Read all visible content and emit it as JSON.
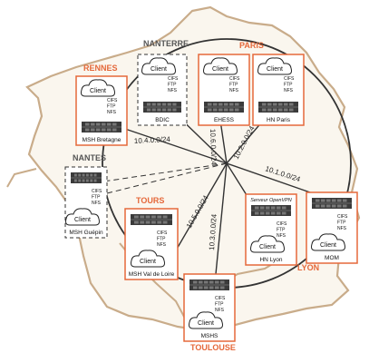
{
  "colors": {
    "map_fill": "#faf6ee",
    "map_outline": "#c9ac8a",
    "site_frame": "#e5683a",
    "site_label": "#e5683a",
    "dashed_frame": "#333333",
    "lines": "#333333",
    "server_fill": "#3b3b3b"
  },
  "cities": {
    "nanterre": "NANTERRE",
    "paris": "PARIS",
    "rennes": "RENNES",
    "nantes": "NANTES",
    "tours": "TOURS",
    "toulouse": "TOULOUSE",
    "lyon": "LYON"
  },
  "client_label": "Client",
  "protocols": [
    "CIFS",
    "FTP",
    "NFS"
  ],
  "sites": {
    "bdic": "BDIC",
    "ehess": "EHESS",
    "hn_paris": "HN Paris",
    "msh_bretagne": "MSH Bretagne",
    "msh_guepin": "MSH Guépin",
    "msh_val_de_loire": "MSH Val de Loire",
    "mshs": "MSHS",
    "hn_lyon": "HN Lyon",
    "mom": "MOM"
  },
  "serveur_openvpn": "Serveur OpenVPN",
  "subnets": {
    "bretagne": "10.4.0.0/24",
    "ehess": "10.6.0.0/24",
    "paris": "10.2.0.0/24",
    "mom": "10.1.0.0/24",
    "tours": "10.5.0.0/24",
    "toulouse": "10.3.0.0/24"
  },
  "icons": [
    "cloud-icon",
    "server-icon",
    "france-map"
  ]
}
